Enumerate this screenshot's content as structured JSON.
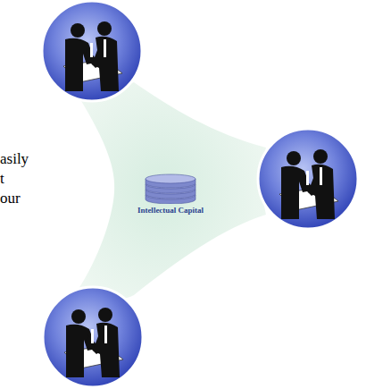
{
  "diagram": {
    "nodes": [
      {
        "text": [
          "Intellectual Capital"
        ]
      }
    ],
    "labels": [
      "asily",
      "t",
      "our"
    ]
  }
}
